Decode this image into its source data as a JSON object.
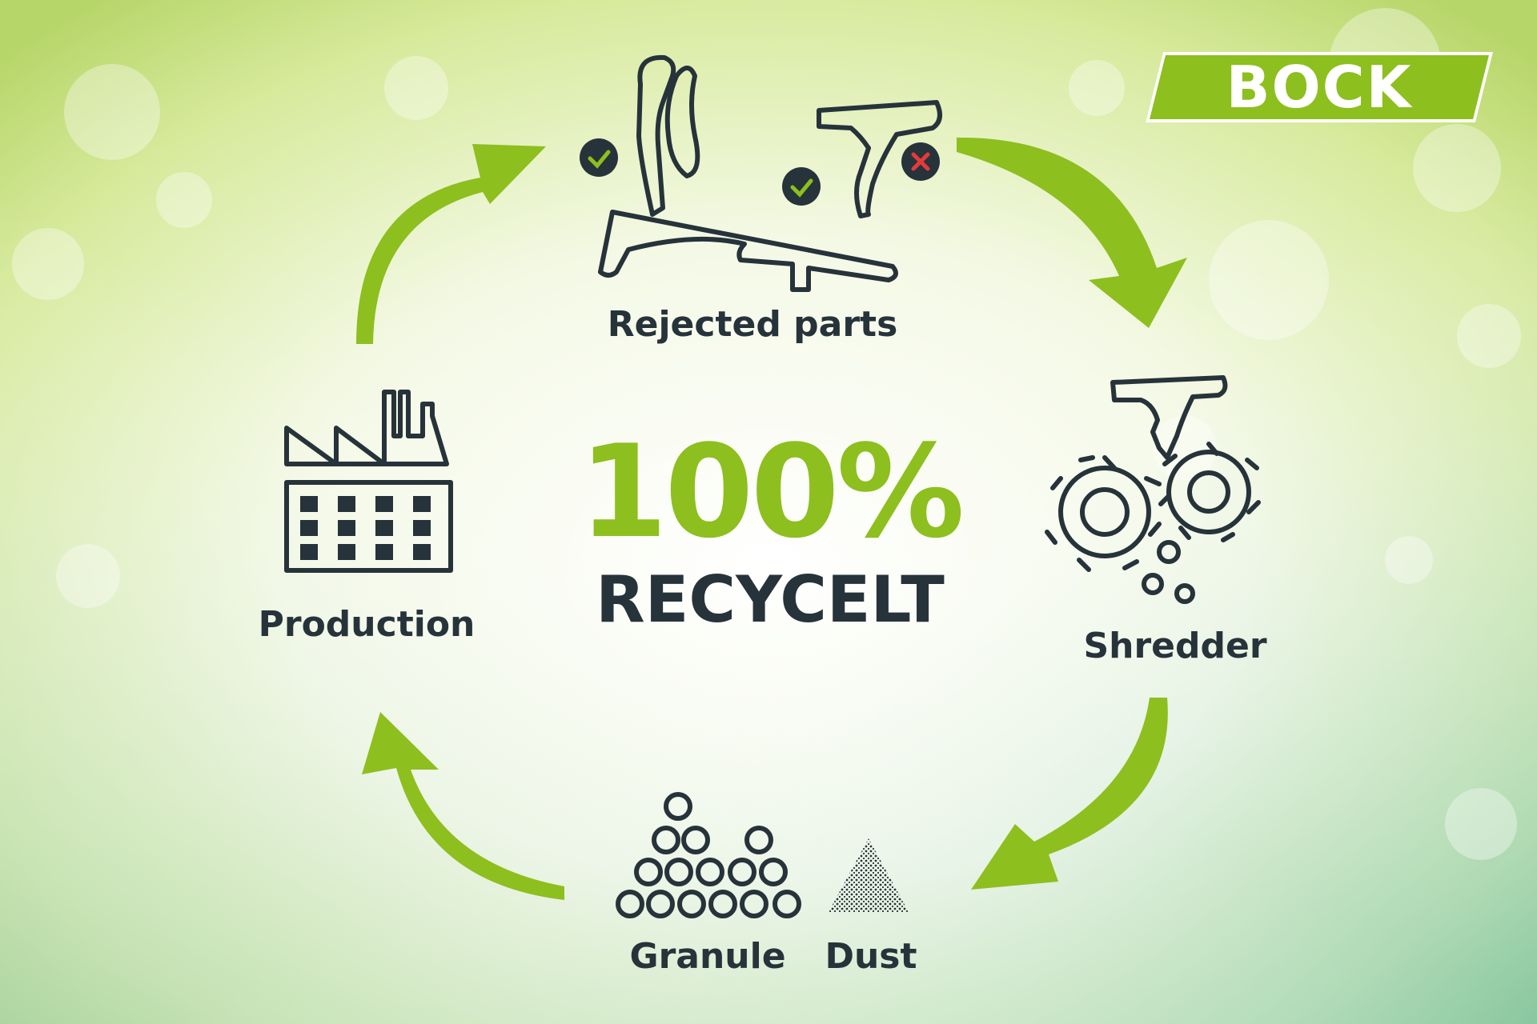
{
  "colors": {
    "accent": "#8dbf1f",
    "dark": "#27333a",
    "reject": "#e53a3a"
  },
  "brand": {
    "logo_text": "BOCK"
  },
  "center": {
    "percent": "100%",
    "label": "RECYCELT"
  },
  "steps": {
    "rejected": "Rejected parts",
    "shredder": "Shredder",
    "granule": "Granule",
    "dust": "Dust",
    "production": "Production"
  }
}
